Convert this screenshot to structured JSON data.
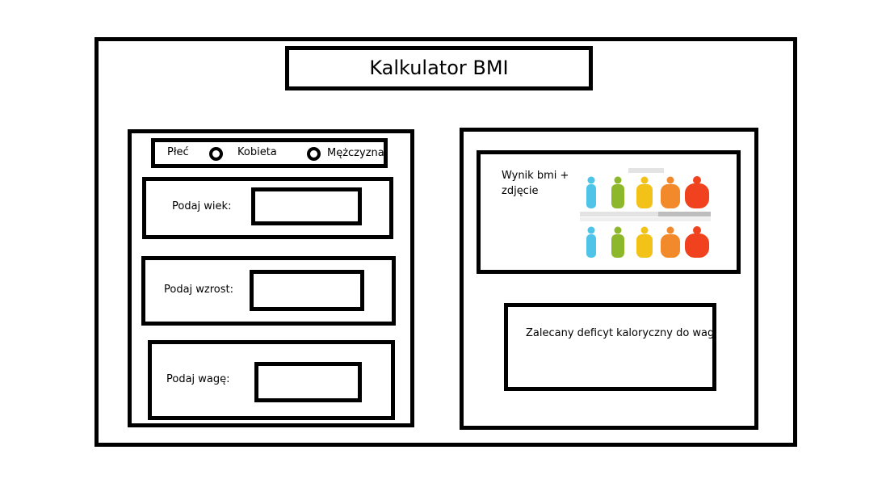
{
  "header": {
    "title": "Kalkulator BMI"
  },
  "form": {
    "gender_label": "Płeć",
    "gender_options": [
      "Kobieta",
      "Mężczyzna"
    ],
    "age_label": "Podaj wiek:",
    "height_label": "Podaj wzrost:",
    "weight_label": "Podaj wagę:"
  },
  "result": {
    "bmi_line1": "Wynik bmi +",
    "bmi_line2": "zdjęcie",
    "deficit_label": "Zalecany deficyt kaloryczny do wagi"
  },
  "colors": {
    "underweight": "#4fc3e8",
    "normal": "#8db82b",
    "overweight": "#f2c218",
    "obese": "#f28a2b",
    "extreme": "#f0421e"
  }
}
